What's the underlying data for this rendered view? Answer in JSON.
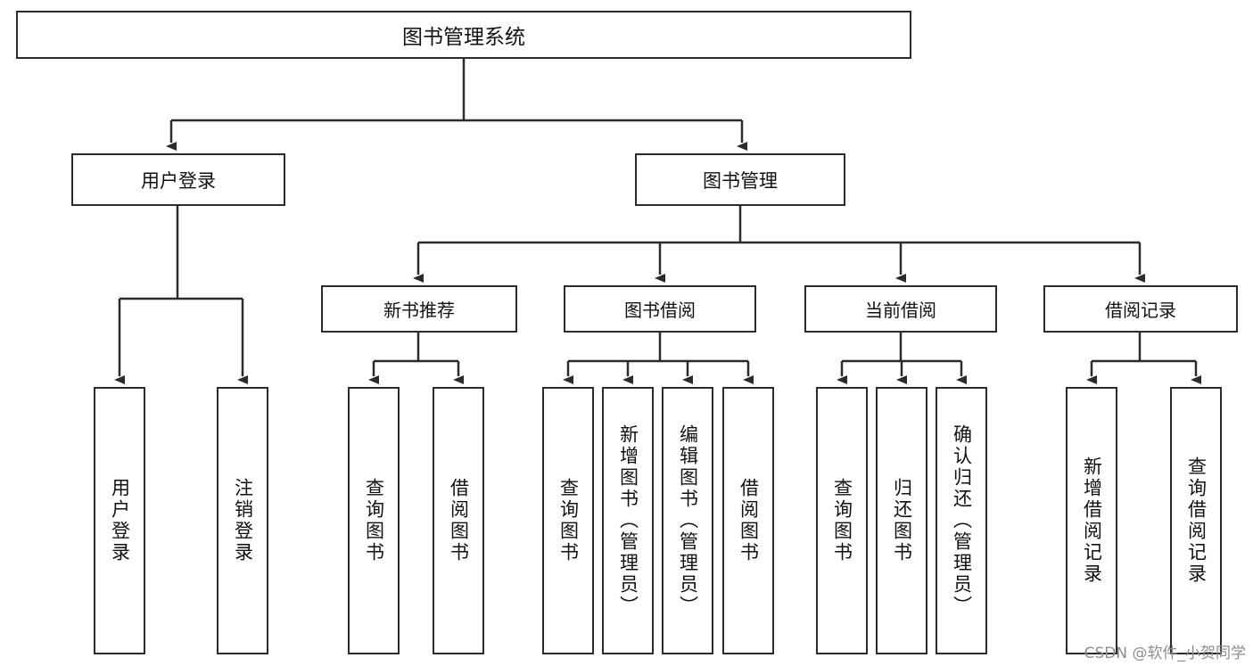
{
  "diagram": {
    "type": "tree",
    "title": "图书管理系统",
    "orientation": "top-down",
    "colors": {
      "background": "#ffffff",
      "box_border": "#2b2b2b",
      "box_fill": "#ffffff",
      "text": "#111111",
      "connector": "#2b2b2b",
      "watermark": "#8e8e8e"
    },
    "watermark": "CSDN @软件_小贺同学"
  },
  "nodes": {
    "root": {
      "label": "图书管理系统"
    },
    "level1": [
      {
        "label": "用户登录"
      },
      {
        "label": "图书管理"
      }
    ],
    "level2": [
      {
        "label": "新书推荐"
      },
      {
        "label": "图书借阅"
      },
      {
        "label": "当前借阅"
      },
      {
        "label": "借阅记录"
      }
    ],
    "leaves_user_login": [
      {
        "label": "用户登录"
      },
      {
        "label": "注销登录"
      }
    ],
    "leaves_new_book": [
      {
        "label": "查询图书"
      },
      {
        "label": "借阅图书"
      }
    ],
    "leaves_borrow": [
      {
        "label": "查询图书"
      },
      {
        "label": "新增图书（管理员）"
      },
      {
        "label": "编辑图书（管理员）"
      },
      {
        "label": "借阅图书"
      }
    ],
    "leaves_current": [
      {
        "label": "查询图书"
      },
      {
        "label": "归还图书"
      },
      {
        "label": "确认归还（管理员）"
      }
    ],
    "leaves_records": [
      {
        "label": "新增借阅记录"
      },
      {
        "label": "查询借阅记录"
      }
    ]
  }
}
